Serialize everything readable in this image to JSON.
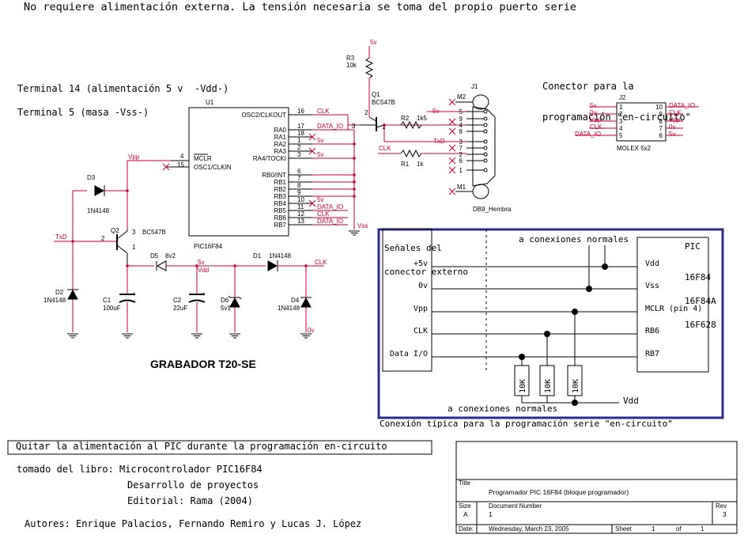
{
  "header_note": "No requiere alimentación externa. La tensión necesaria se toma del propio puerto serie",
  "power_note": [
    "Terminal 14 (alimentación 5 v  -Vdd-)",
    "Terminal 5 (masa -Vss-)"
  ],
  "icsp_title": [
    "Conector para la",
    "programación \"en-circuito\""
  ],
  "u1": {
    "ref": "U1",
    "part": "PIC16F84",
    "left_pins": [
      {
        "num": "4",
        "name": "MCLR"
      },
      {
        "num": "15",
        "name": "OSC1/CLKIN"
      }
    ],
    "right_pins": [
      {
        "num": "16",
        "name": "OSC2/CLKOUT",
        "net": "CLK"
      },
      {
        "num": "17",
        "name": "RA0",
        "net": "DATA_IO"
      },
      {
        "num": "18",
        "name": "RA1",
        "net": ""
      },
      {
        "num": "1",
        "name": "RA2",
        "net": "5v"
      },
      {
        "num": "2",
        "name": "RA3",
        "net": ""
      },
      {
        "num": "3",
        "name": "RA4/TOCKI",
        "net": "5v"
      },
      {
        "num": "6",
        "name": "RB0/INT",
        "net": ""
      },
      {
        "num": "7",
        "name": "RB1",
        "net": ""
      },
      {
        "num": "8",
        "name": "RB2",
        "net": ""
      },
      {
        "num": "9",
        "name": "RB3",
        "net": ""
      },
      {
        "num": "10",
        "name": "RB4",
        "net": "5v"
      },
      {
        "num": "11",
        "name": "RB5",
        "net": "DATA_IO"
      },
      {
        "num": "12",
        "name": "RB6",
        "net": "CLK"
      },
      {
        "num": "13",
        "name": "RB7",
        "net": "DATA_IO"
      }
    ],
    "vss": "Vss"
  },
  "components": {
    "r3": {
      "ref": "R3",
      "value": "10k"
    },
    "q1": {
      "ref": "Q1",
      "part": "BC547B",
      "pins": [
        "2",
        "3",
        "1"
      ]
    },
    "r2": {
      "ref": "R2",
      "value": "1k5"
    },
    "r1": {
      "ref": "R1",
      "value": "1k"
    },
    "q2": {
      "ref": "Q2",
      "part": "BC547B",
      "pins": [
        "2",
        "3",
        "1"
      ]
    },
    "d3": {
      "ref": "D3",
      "part": "1N4148"
    },
    "d2": {
      "ref": "D2",
      "part": "1N4148"
    },
    "d5": {
      "ref": "D5",
      "part": "8v2"
    },
    "d1": {
      "ref": "D1",
      "part": "1N4148"
    },
    "c1": {
      "ref": "C1",
      "value": "100uF"
    },
    "c2": {
      "ref": "C2",
      "value": "22uF"
    },
    "d6": {
      "ref": "D6",
      "part": "5v1"
    },
    "d4": {
      "ref": "D4",
      "part": "1N4148"
    }
  },
  "nets": {
    "v5": "5v",
    "vdd": "Vdd",
    "vpp": "Vpp",
    "txd": "TxD",
    "clk": "CLK",
    "v0": "0v",
    "data_io": "DATA_IO"
  },
  "j1": {
    "ref": "J1",
    "part": "DB9_Hembra",
    "mounts": [
      "M2",
      "M1"
    ],
    "pins": [
      "5",
      "9",
      "4",
      "8",
      "3",
      "7",
      "2",
      "6",
      "1"
    ]
  },
  "j2": {
    "ref": "J2",
    "part": "MOLEX 5x2",
    "left": [
      {
        "net": "5v",
        "pin": "1"
      },
      {
        "net": "0v",
        "pin": "2"
      },
      {
        "net": "Vpp",
        "pin": "3"
      },
      {
        "net": "CLK",
        "pin": "4"
      },
      {
        "net": "DATA_IO",
        "pin": "5"
      }
    ],
    "right": [
      {
        "pin": "10",
        "net": "DATA_IO"
      },
      {
        "pin": "9",
        "net": "CLK"
      },
      {
        "pin": "8",
        "net": "Vpp"
      },
      {
        "pin": "7",
        "net": "0v"
      },
      {
        "pin": "6",
        "net": "5v"
      }
    ]
  },
  "programmer_title": "GRABADOR T20-SE",
  "typical": {
    "ext_title": [
      "Señales del",
      "conector externo"
    ],
    "signals": [
      "+5v",
      "0v",
      "Vpp",
      "CLK",
      "Data I/O"
    ],
    "pic_title": "PIC",
    "pic_models": [
      "16F84",
      "16F84A",
      "16F628"
    ],
    "pic_pins": [
      "Vdd",
      "Vss",
      "MCLR (pin 4)",
      "RB6",
      "RB7"
    ],
    "normal_top": "a conexiones normales",
    "normal_bottom": "a conexiones normales",
    "resistors": [
      "10K",
      "10K",
      "10K"
    ],
    "vdd": "Vdd",
    "caption": "Conexión típica para la programación serie \"en-circuito\""
  },
  "remove_power_note": "Quitar la alimentación al PIC durante la programación en-circuito",
  "book": [
    "tomado del libro: Microcontrolador PIC16F84",
    "Desarrollo de proyectos",
    "Editorial: Rama (2004)"
  ],
  "authors": "Autores: Enrique Palacios, Fernando Remiro y Lucas J. López",
  "title_block": {
    "title_label": "Title",
    "title": "Programador PIC 16F84 (bloque programador)",
    "size_label": "Size",
    "size": "A",
    "docnum_label": "Document Number",
    "docnum": "1",
    "rev_label": "Rev",
    "rev": "3",
    "date_label": "Date:",
    "date": "Wednesday, March 23, 2005",
    "sheet_label": "Sheet",
    "sheet": "1",
    "of_label": "of",
    "of": "1"
  },
  "colors": {
    "wire": "#cc0033",
    "line": "#000000",
    "frame": "#2b2b8c",
    "junction": "#cc0033"
  }
}
